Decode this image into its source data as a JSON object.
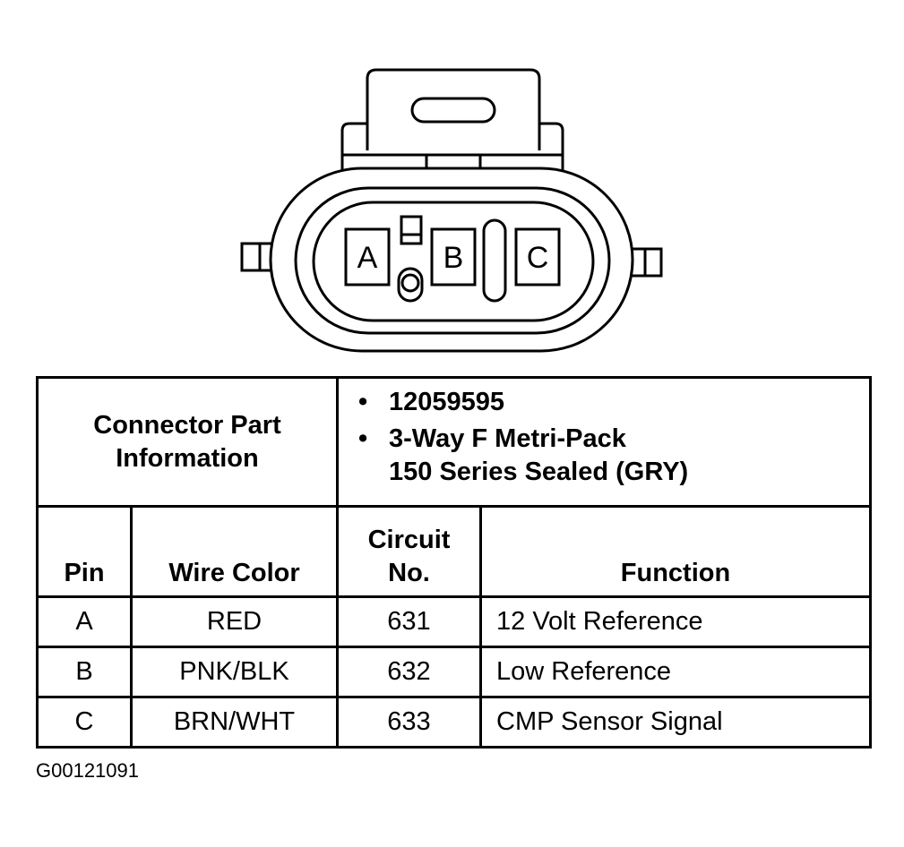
{
  "connector": {
    "pins": [
      "A",
      "B",
      "C"
    ]
  },
  "part_info": {
    "label": "Connector Part Information",
    "part_number": "12059595",
    "description_line1": "3-Way F Metri-Pack",
    "description_line2": "150 Series Sealed (GRY)"
  },
  "headers": {
    "pin": "Pin",
    "wire_color": "Wire Color",
    "circuit_line1": "Circuit",
    "circuit_line2": "No.",
    "function": "Function"
  },
  "rows": [
    {
      "pin": "A",
      "wire_color": "RED",
      "circuit": "631",
      "function": "12 Volt Reference"
    },
    {
      "pin": "B",
      "wire_color": "PNK/BLK",
      "circuit": "632",
      "function": "Low Reference"
    },
    {
      "pin": "C",
      "wire_color": "BRN/WHT",
      "circuit": "633",
      "function": "CMP Sensor Signal"
    }
  ],
  "figure_id": "G00121091"
}
